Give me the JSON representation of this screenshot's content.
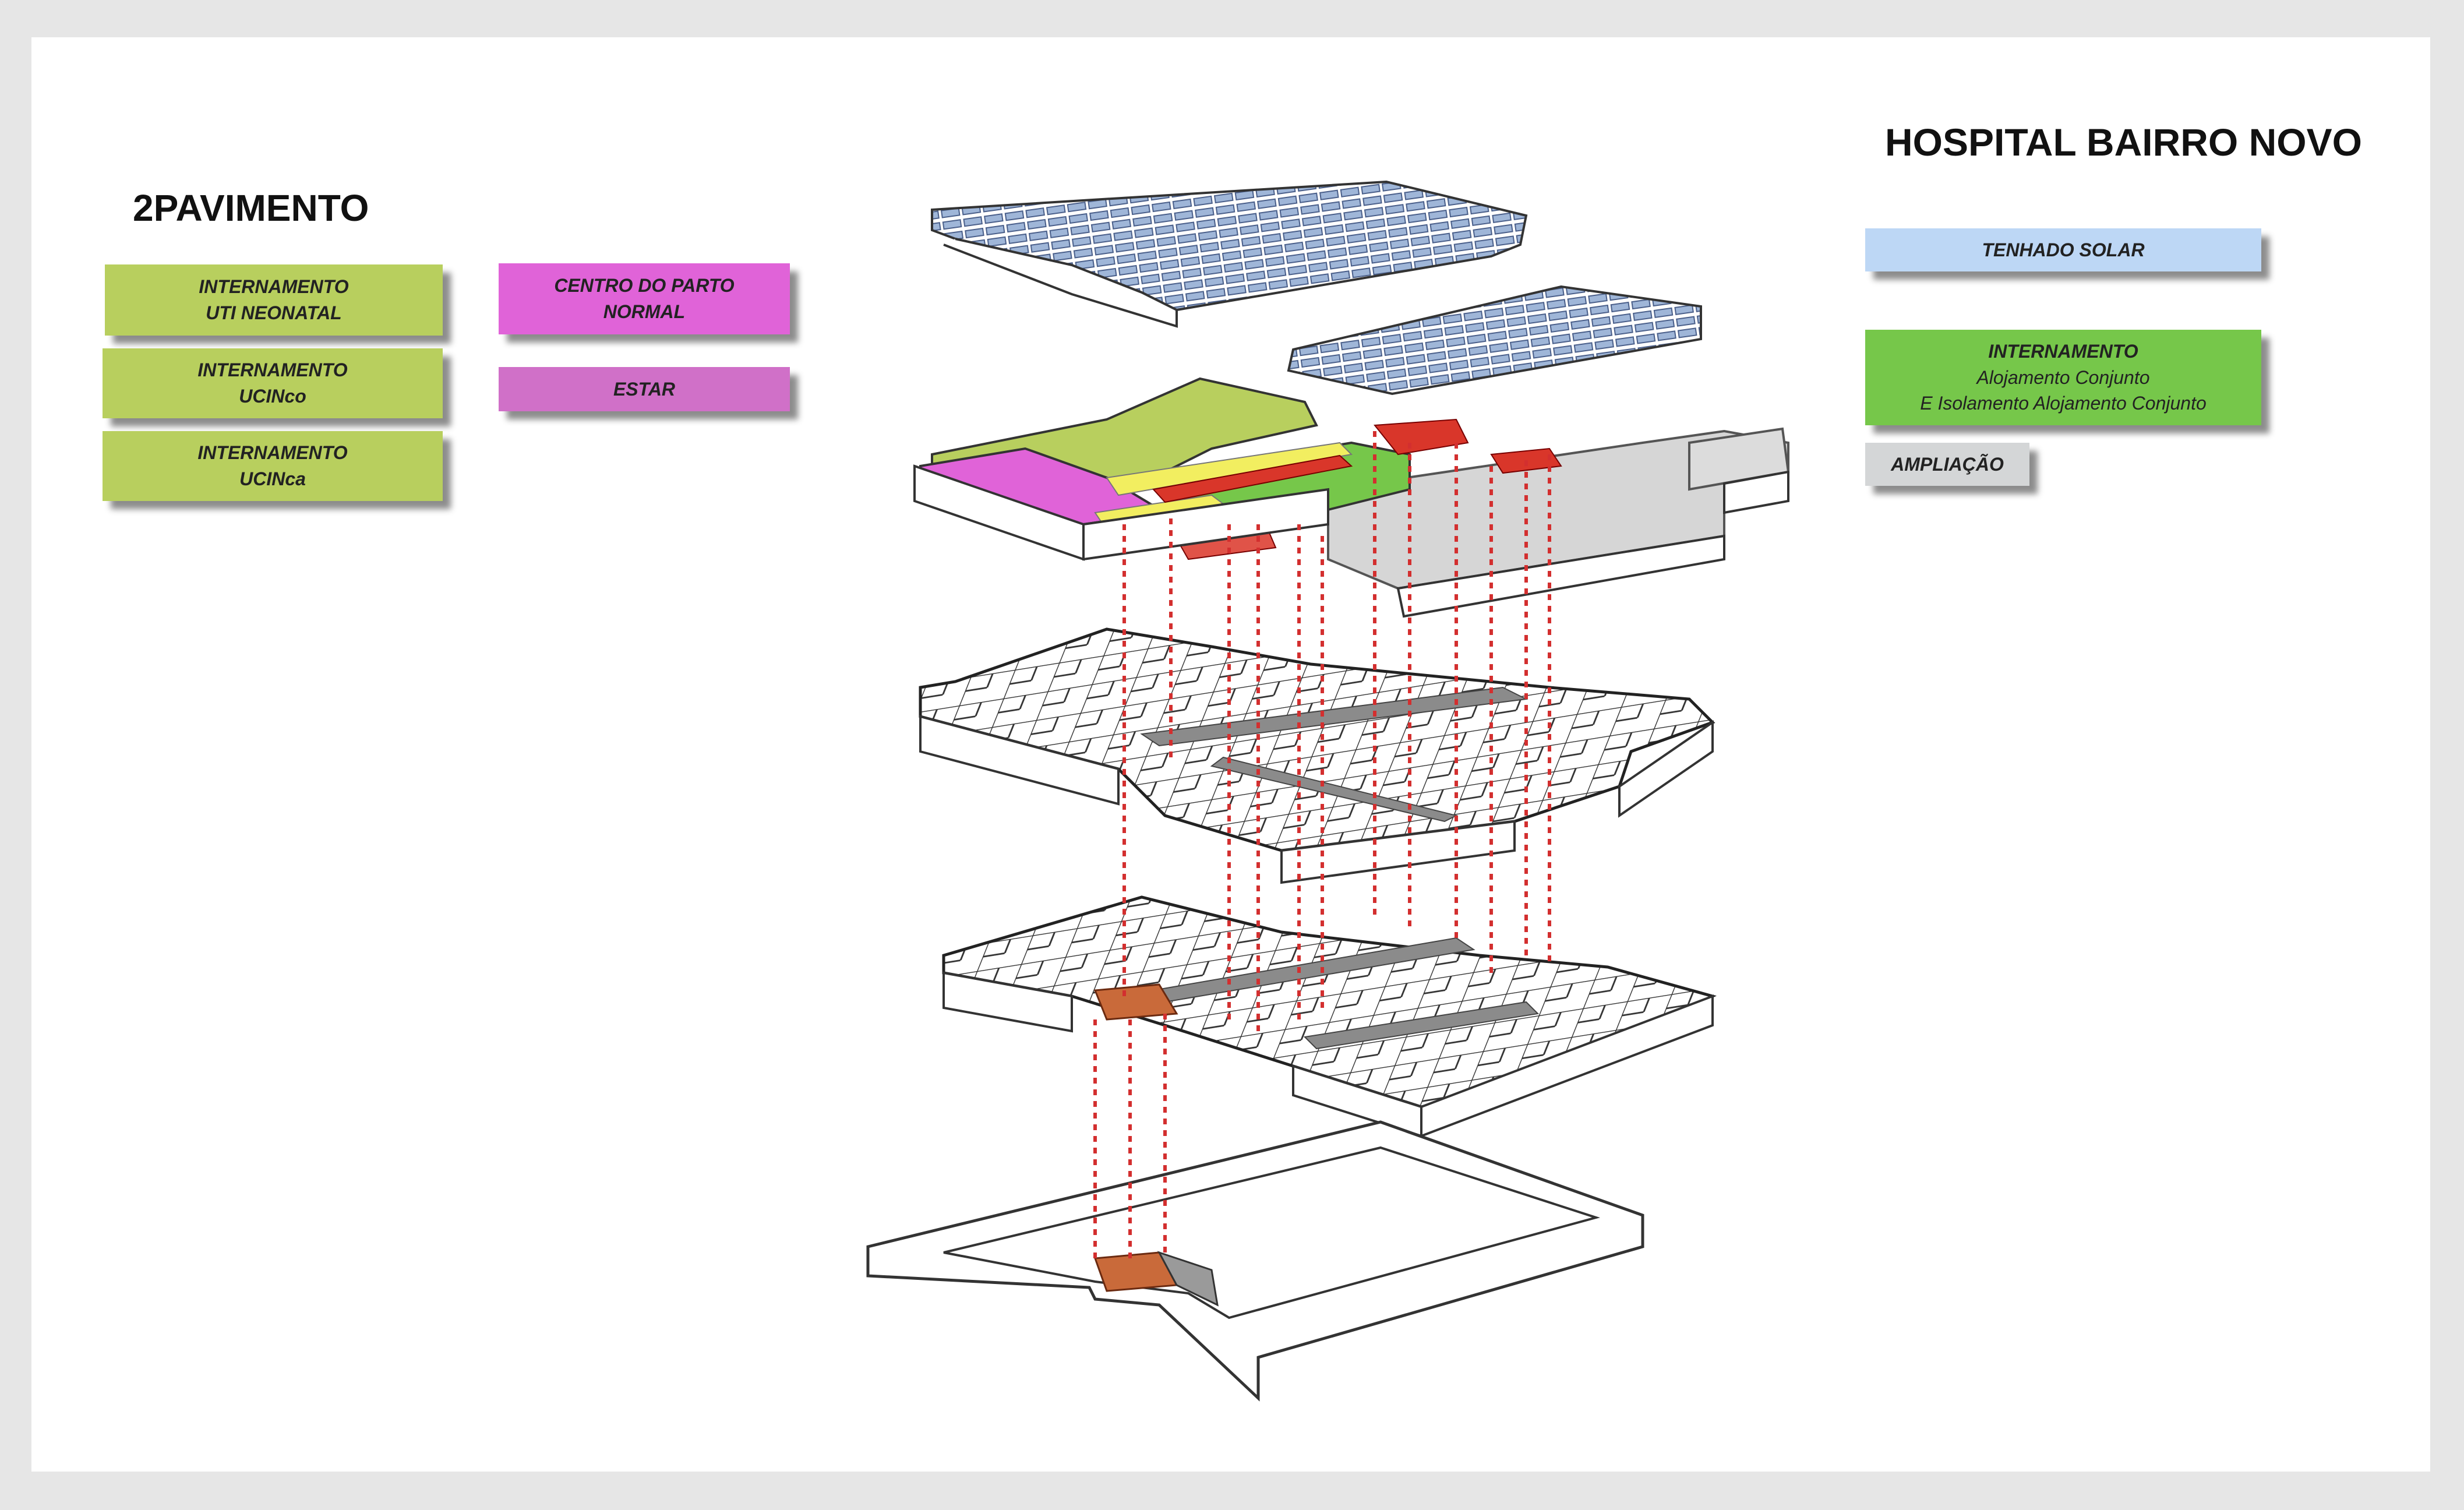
{
  "floor_title": "2PAVIMENTO",
  "hospital_title": "HOSPITAL BAIRRO NOVO",
  "legend_left": [
    {
      "line1": "INTERNAMENTO",
      "line2": "UTI NEONATAL",
      "color": "#b8cf5e"
    },
    {
      "line1": "INTERNAMENTO",
      "line2": "UCINco",
      "color": "#b8cf5e"
    },
    {
      "line1": "INTERNAMENTO",
      "line2": "UCINca",
      "color": "#b8cf5e"
    },
    {
      "line1": "CENTRO DO PARTO",
      "line2": "NORMAL",
      "color": "#e063d8"
    },
    {
      "line1": "ESTAR",
      "color": "#d070c8"
    }
  ],
  "legend_right": [
    {
      "line1": "TENHADO SOLAR",
      "color": "#bdd7f5"
    },
    {
      "line1": "INTERNAMENTO",
      "line2": "Alojamento Conjunto",
      "line3": "E Isolamento Alojamento Conjunto",
      "color": "#76c74a"
    },
    {
      "line1": "AMPLIAÇÃO",
      "color": "#d4d6d7"
    }
  ],
  "colors": {
    "background": "#e6e6e6",
    "sheet": "#ffffff",
    "circulation_red": "#d9362a",
    "yellow_highlight": "#f2ee60",
    "ampliacao_gray": "#d6d6d6",
    "solar_blue": "#9fb6d8",
    "vertical_core": "#c96a3a"
  }
}
